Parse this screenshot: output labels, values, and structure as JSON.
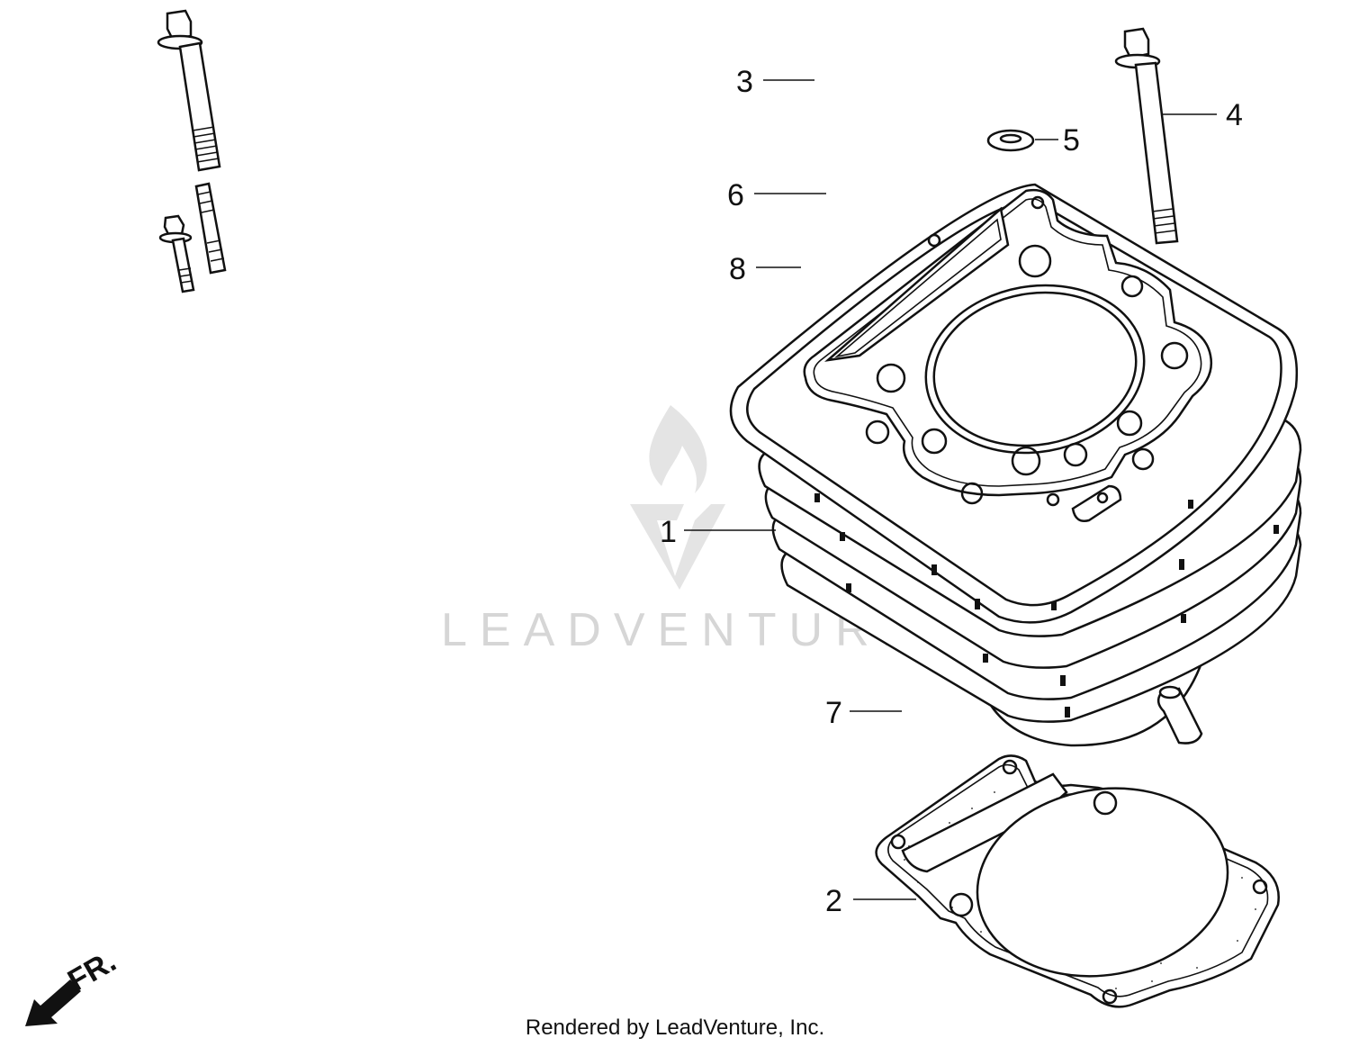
{
  "diagram": {
    "callouts": [
      {
        "id": "1",
        "label": "1"
      },
      {
        "id": "2",
        "label": "2"
      },
      {
        "id": "3",
        "label": "3"
      },
      {
        "id": "4",
        "label": "4"
      },
      {
        "id": "5",
        "label": "5"
      },
      {
        "id": "6",
        "label": "6"
      },
      {
        "id": "7",
        "label": "7"
      },
      {
        "id": "8",
        "label": "8"
      }
    ],
    "direction_label": "FR.",
    "watermark": "LEADVENTURE",
    "footer": "Rendered by LeadVenture, Inc."
  },
  "colors": {
    "line": "#111111",
    "watermark": "#d6d6d6",
    "background": "#ffffff"
  },
  "icons": {
    "direction": "front-arrow-icon",
    "watermark_logo": "leadventure-logo-icon"
  }
}
